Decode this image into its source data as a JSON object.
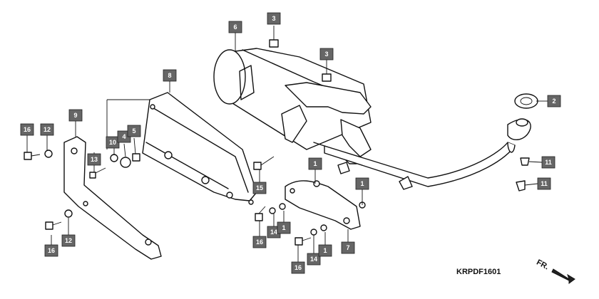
{
  "diagram": {
    "code": "KRPDF1601",
    "direction_label": "FR.",
    "callouts": [
      "16",
      "12",
      "9",
      "13",
      "10",
      "4",
      "5",
      "8",
      "6",
      "3",
      "3",
      "2",
      "1",
      "1",
      "15",
      "11",
      "11",
      "16",
      "12",
      "14",
      "1",
      "16",
      "14",
      "1",
      "16",
      "7"
    ]
  }
}
